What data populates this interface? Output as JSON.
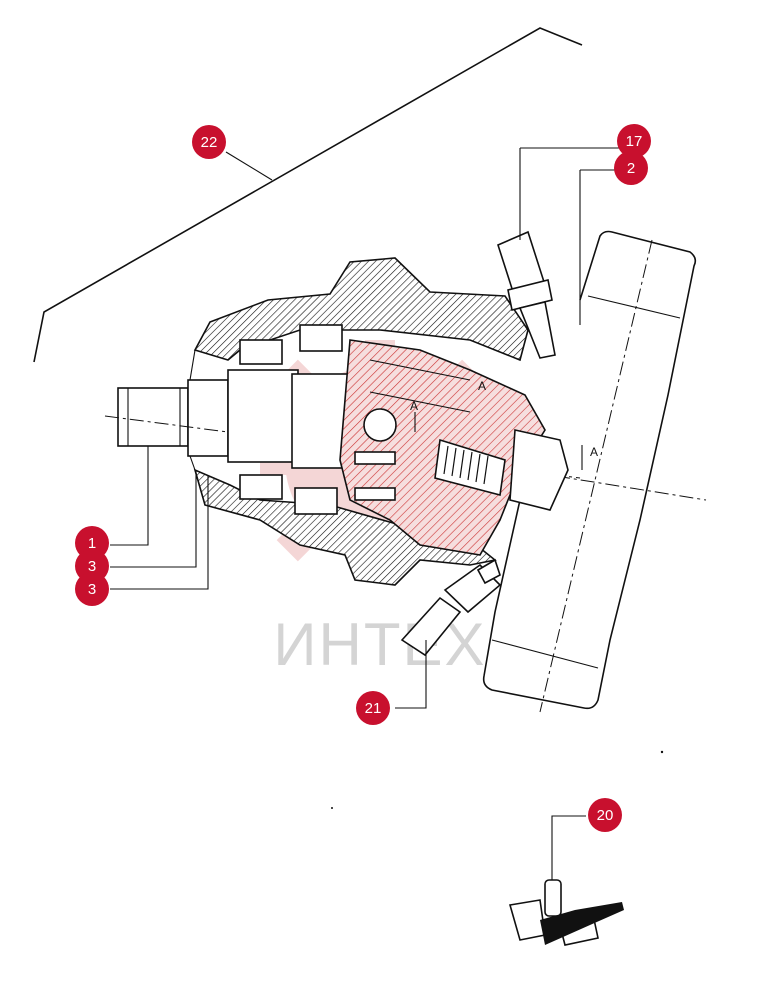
{
  "watermark": {
    "text": "ИНТЕХ",
    "color": "#d9d9d9",
    "accent": "#e8a6a6"
  },
  "callout_color": "#c8102e",
  "callouts": [
    {
      "id": "c22",
      "label": "22"
    },
    {
      "id": "c17",
      "label": "17"
    },
    {
      "id": "c2",
      "label": "2"
    },
    {
      "id": "c1",
      "label": "1"
    },
    {
      "id": "c3a",
      "label": "3"
    },
    {
      "id": "c3b",
      "label": "3"
    },
    {
      "id": "c21",
      "label": "21"
    },
    {
      "id": "c20",
      "label": "20"
    }
  ],
  "section_marks": [
    "A",
    "A",
    "A"
  ]
}
